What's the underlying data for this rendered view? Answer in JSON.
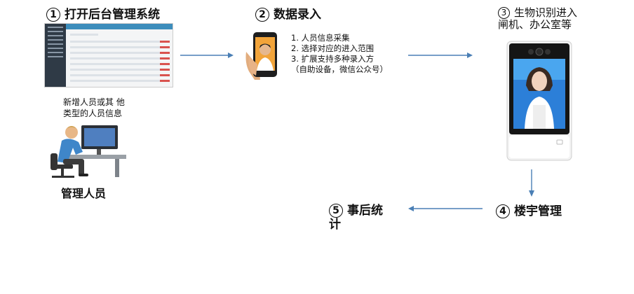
{
  "steps": {
    "s1": {
      "num": "1",
      "title": "打开后台管理系统"
    },
    "s2": {
      "num": "2",
      "title": "数据录入"
    },
    "s3": {
      "num": "3",
      "title_line1": "生物识别进入",
      "title_line2": "闸机、办公室等"
    },
    "s4": {
      "num": "4",
      "title": "楼宇管理"
    },
    "s5": {
      "num": "5",
      "title_line1": "事后统",
      "title_line2": "计"
    }
  },
  "admin_note": {
    "line1": "新增人员或其 他",
    "line2": "类型的人员信息"
  },
  "manager_label": "管理人员",
  "data_entry_list": {
    "items": [
      "1.  人员信息采集",
      "2.  选择对应的进入范围",
      "3.  扩展支持多种录入方"
    ],
    "extra": "（自助设备，微信公众号）"
  },
  "colors": {
    "arrow": "#4a7fb5",
    "text": "#111111"
  }
}
